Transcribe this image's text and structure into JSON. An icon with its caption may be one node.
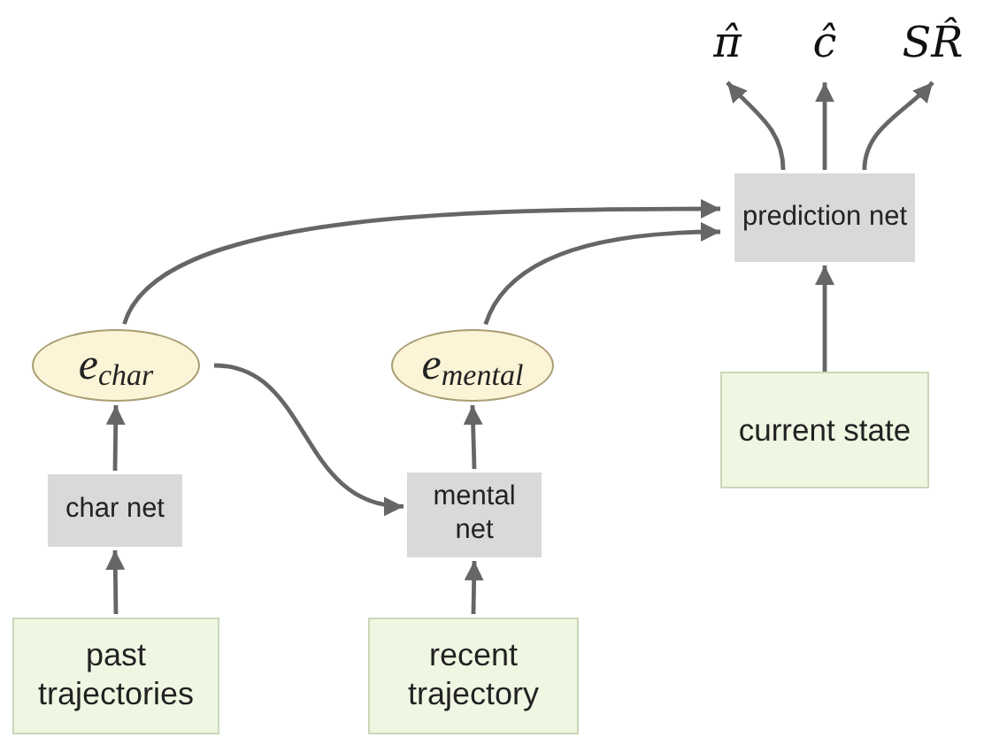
{
  "diagram": {
    "nodes": [
      {
        "text": [
          "π̂"
        ]
      },
      {
        "text": [
          "ĉ"
        ]
      },
      {
        "text": [
          "SR̂"
        ]
      },
      {
        "text": [
          "prediction net"
        ]
      },
      {
        "text": [
          "e$_{char}$"
        ]
      },
      {
        "text": [
          "e$_{mental}$"
        ]
      },
      {
        "text": [
          "current state"
        ]
      },
      {
        "text": [
          "char net"
        ]
      },
      {
        "text": [
          "mental net"
        ]
      },
      {
        "text": [
          "past trajectories"
        ]
      },
      {
        "text": [
          "recent trajectory"
        ]
      }
    ],
    "edges": [
      {
        "from": 3,
        "to": 0,
        "arrow": "to"
      },
      {
        "from": 3,
        "to": 1,
        "arrow": "to"
      },
      {
        "from": 3,
        "to": 2,
        "arrow": "to"
      },
      {
        "from": 4,
        "to": 3,
        "arrow": "to"
      },
      {
        "from": 5,
        "to": 3,
        "arrow": "to"
      },
      {
        "from": 6,
        "to": 3,
        "arrow": "to"
      },
      {
        "from": 7,
        "to": 4,
        "arrow": "to"
      },
      {
        "from": 4,
        "to": 8,
        "arrow": "to"
      },
      {
        "from": 8,
        "to": 5,
        "arrow": "to"
      },
      {
        "from": 9,
        "to": 7,
        "arrow": "to"
      },
      {
        "from": 10,
        "to": 8,
        "arrow": "to"
      }
    ]
  }
}
